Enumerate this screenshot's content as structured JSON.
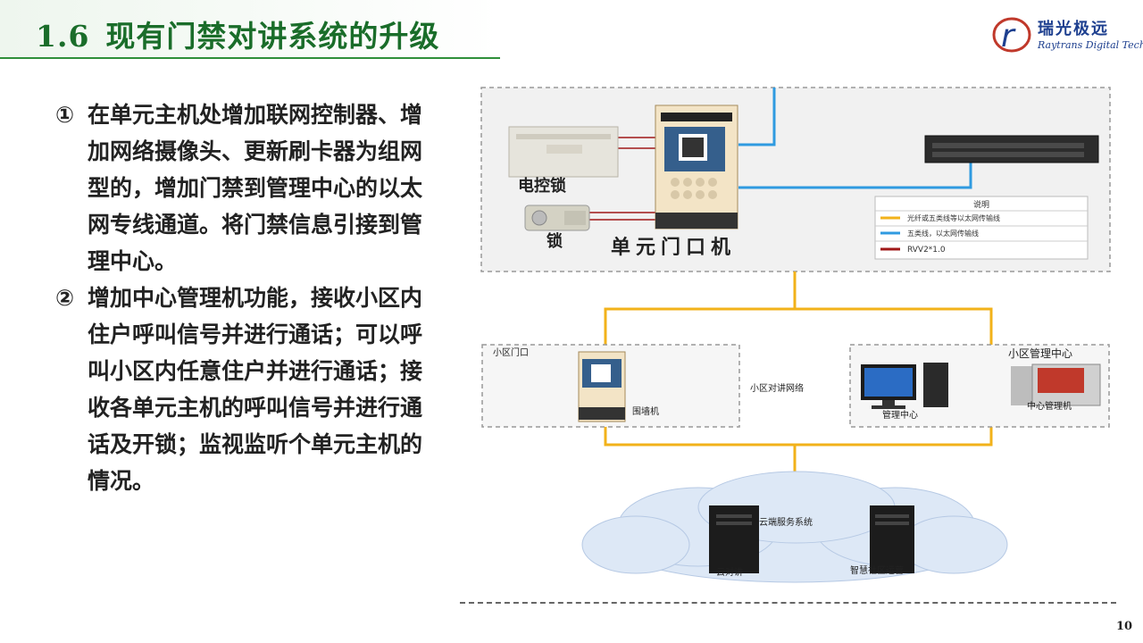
{
  "header": {
    "section_number": "1.6",
    "title": "现有门禁对讲系统的升级"
  },
  "logo": {
    "cn_name": "瑞光极远",
    "en_name": "Raytrans Digital Tech."
  },
  "content": {
    "items": [
      {
        "bullet": "①",
        "text": "在单元主机处增加联网控制器、增加网络摄像头、更新刷卡器为组网型的，增加门禁到管理中心的以太网专线通道。将门禁信息引接到管理中心。"
      },
      {
        "bullet": "②",
        "text": "增加中心管理机功能，接收小区内住户呼叫信号并进行通话；可以呼叫小区内任意住户并进行通话；接收各单元主机的呼叫信号并进行通话及开锁；监视监听个单元主机的情况。"
      }
    ]
  },
  "diagram": {
    "labels": {
      "electric_lock": "电控锁",
      "lock": "锁",
      "unit_door": "单元门口机",
      "legend_title": "说明",
      "legend_1": "光纤或五类线等以太网传输线",
      "legend_2": "五类线，以太网传输线",
      "legend_3": "RVV2*1.0",
      "community_gate": "小区门口",
      "wall_unit": "围墙机",
      "intercom_network": "小区对讲网络",
      "community_mgmt_center": "小区管理中心",
      "mgmt_center": "管理中心",
      "center_mgmt_unit": "中心管理机",
      "cloud_system": "云端服务系统",
      "cloud_intercom": "云对讲",
      "smart_community": "智慧社区运营"
    },
    "colors": {
      "orange_line": "#f2b21a",
      "blue_line": "#2f9ae0",
      "red_line": "#a01818"
    }
  },
  "footer": {
    "page_number": "10"
  }
}
